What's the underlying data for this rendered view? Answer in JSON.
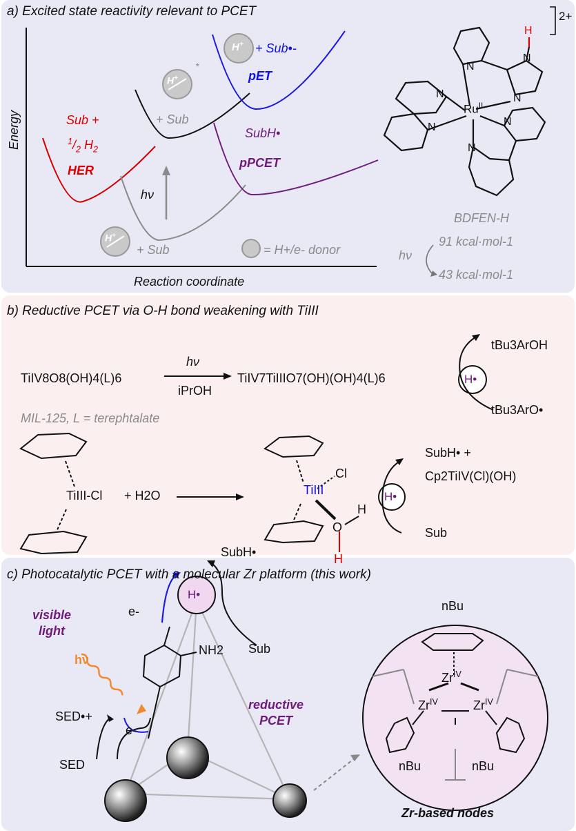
{
  "panel_a": {
    "title": "a) Excited state reactivity relevant to PCET",
    "y_axis": "Energy",
    "x_axis": "Reaction coordinate",
    "sub_plus": "Sub +",
    "half_h2_num": "1",
    "half_h2_den": "2",
    "h2": " H",
    "h2_sub": "2",
    "her": "HER",
    "plus_sub_mid": "+ Sub",
    "plus_sub_bottom": "+ Sub",
    "hv": "hν",
    "sub_radical_anion": "+ Sub•-",
    "pet": "pET",
    "subh_radical": "SubH•",
    "ppcet": "pPCET",
    "donor_legend": "= H+/e- donor",
    "star": "*",
    "complex_charge": "2+",
    "ru_label": "Ru",
    "ru_ox": "II",
    "bdfe": "BDFEN-H",
    "bdfe_1": "91 kcal·mol-1",
    "bdfe_2": "43 kcal·mol-1",
    "hv2": "hν"
  },
  "panel_b": {
    "title": "b) Reductive PCET via O-H bond weakening with TiIII",
    "reactant_mil": "TiIV8O8(OH)4(L)6",
    "arrow_top": "hν",
    "arrow_bottom": "iPrOH",
    "product_mil": "TiIV7TiIIIO7(OH)(OH)4(L)6",
    "mil_note": "MIL-125, L = terephtalate",
    "top_product": "tBu3ArOH",
    "top_reactant": "tBu3ArO•",
    "h_dot": "H•",
    "cp_ti": "TiIII-Cl",
    "plus_h2o": "+ H2O",
    "ti_product_ti": "TiIII",
    "cl": "Cl",
    "o": "O",
    "h": "H",
    "subh_plus": "SubH• +",
    "cp2ti": "Cp2TiIV(Cl)(OH)",
    "sub": "Sub"
  },
  "panel_c": {
    "title": "c) Photocatalytic PCET with a molecular Zr platform (this work)",
    "visible_light": "visible light",
    "hv": "hν",
    "e_top": "e-",
    "e_bottom": "e-",
    "h_dot": "H•",
    "subh": "SubH•",
    "sub": "Sub",
    "reductive_pcet": "reductive PCET",
    "sed_radical": "SED•+",
    "sed": "SED",
    "nh2": "NH2",
    "nbu_top": "nBu",
    "nbu_left": "nBu",
    "nbu_right": "nBu",
    "zr_label": "Zr",
    "zr_ox": "IV",
    "zr_nodes": "Zr-based nodes"
  },
  "colors": {
    "her_curve": "#d40000",
    "gray_curve": "#8a8a8a",
    "black_curve": "#111111",
    "pet_curve": "#1a1ae0",
    "ppcet_curve": "#6e1f7e",
    "panel_blue": "#e9e9f6",
    "panel_pink": "#fbefef",
    "zr_circle": "#f2e2f2"
  }
}
